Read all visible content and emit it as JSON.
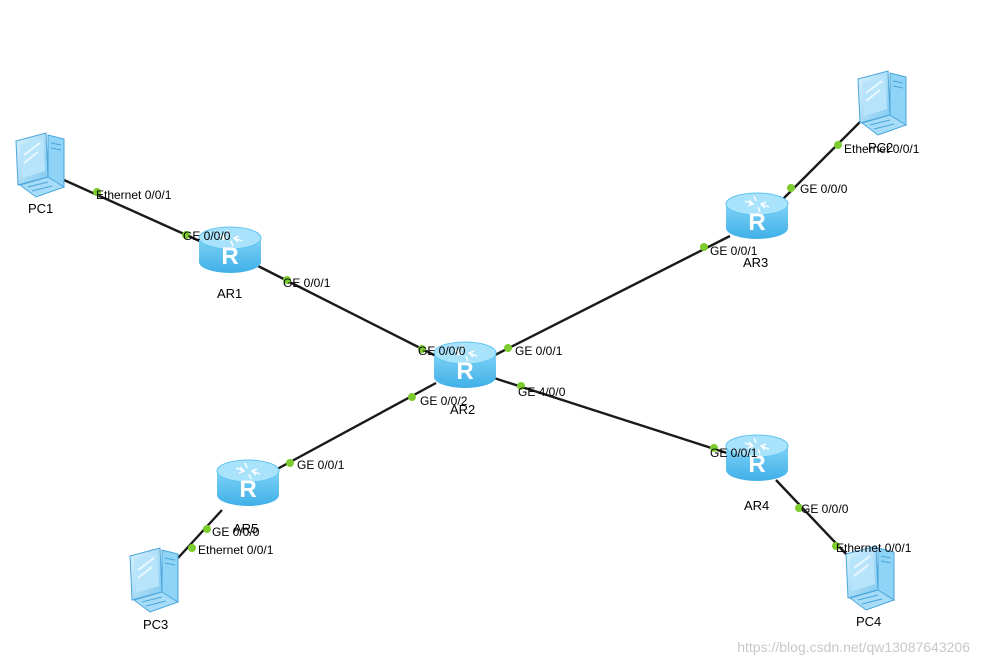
{
  "devices": {
    "pc1": {
      "label": "PC1"
    },
    "pc2": {
      "label": "PC2"
    },
    "pc3": {
      "label": "PC3"
    },
    "pc4": {
      "label": "PC4"
    },
    "ar1": {
      "label": "AR1"
    },
    "ar2": {
      "label": "AR2"
    },
    "ar3": {
      "label": "AR3"
    },
    "ar4": {
      "label": "AR4"
    },
    "ar5": {
      "label": "AR5"
    }
  },
  "ports": {
    "pc1_eth": "Ethernet 0/0/1",
    "ar1_g0": "GE 0/0/0",
    "ar1_g1": "GE 0/0/1",
    "ar2_g0": "GE 0/0/0",
    "ar2_g1": "GE 0/0/1",
    "ar2_g2": "GE 0/0/2",
    "ar2_g4": "GE 4/0/0",
    "ar3_g1": "GE 0/0/1",
    "ar3_g0": "GE 0/0/0",
    "pc2_eth": "Ethernet 0/0/1",
    "ar4_g1": "GE 0/0/1",
    "ar4_g0": "GE 0/0/0",
    "pc4_eth": "Ethernet 0/0/1",
    "ar5_g1": "GE 0/0/1",
    "ar5_g0": "GE 0/0/0",
    "pc3_eth": "Ethernet 0/0/1"
  },
  "router_glyph": "R",
  "watermark": "https://blog.csdn.net/qw13087643206",
  "colors": {
    "link": "#1a1a1a",
    "port_dot": "#7ccc2e",
    "router_body": "#5ec4f2",
    "router_top": "#a9e2fb",
    "pc_body": "#8fd3f7",
    "pc_dark": "#4aa6da"
  }
}
